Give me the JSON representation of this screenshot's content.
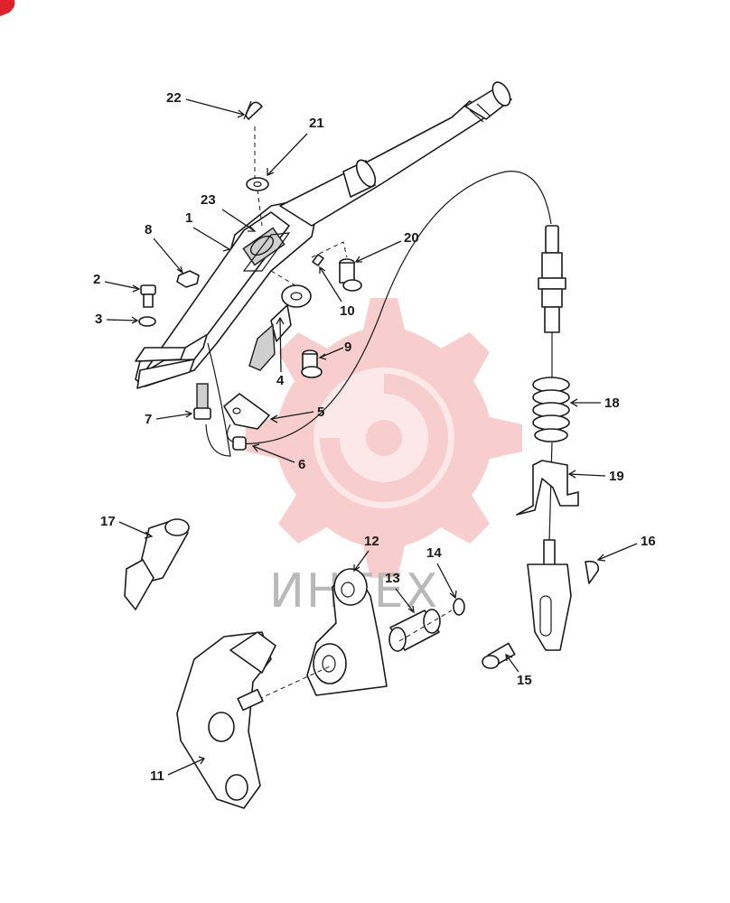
{
  "watermark": {
    "text": "ИНТЕХ",
    "color": "#f4a6a6"
  },
  "corner_badge_color": "#e0202a",
  "callouts": [
    {
      "id": "c22",
      "label": "22"
    },
    {
      "id": "c21",
      "label": "21"
    },
    {
      "id": "c23",
      "label": "23"
    },
    {
      "id": "c1",
      "label": "1"
    },
    {
      "id": "c8",
      "label": "8"
    },
    {
      "id": "c20",
      "label": "20"
    },
    {
      "id": "c2",
      "label": "2"
    },
    {
      "id": "c3",
      "label": "3"
    },
    {
      "id": "c10",
      "label": "10"
    },
    {
      "id": "c9",
      "label": "9"
    },
    {
      "id": "c4",
      "label": "4"
    },
    {
      "id": "c18",
      "label": "18"
    },
    {
      "id": "c7",
      "label": "7"
    },
    {
      "id": "c5",
      "label": "5"
    },
    {
      "id": "c6",
      "label": "6"
    },
    {
      "id": "c19",
      "label": "19"
    },
    {
      "id": "c17",
      "label": "17"
    },
    {
      "id": "c12",
      "label": "12"
    },
    {
      "id": "c14",
      "label": "14"
    },
    {
      "id": "c16",
      "label": "16"
    },
    {
      "id": "c13",
      "label": "13"
    },
    {
      "id": "c15",
      "label": "15"
    },
    {
      "id": "c11",
      "label": "11"
    }
  ]
}
